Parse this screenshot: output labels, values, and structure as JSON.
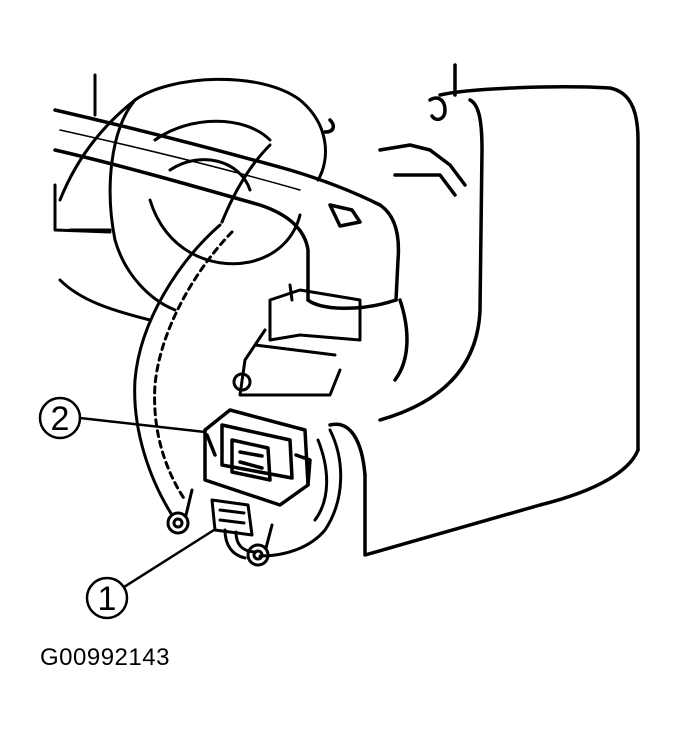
{
  "figure_id": "G00992143",
  "callouts": [
    {
      "number": "1"
    },
    {
      "number": "2"
    }
  ],
  "colors": {
    "ink": "#000000",
    "background": "#ffffff"
  }
}
